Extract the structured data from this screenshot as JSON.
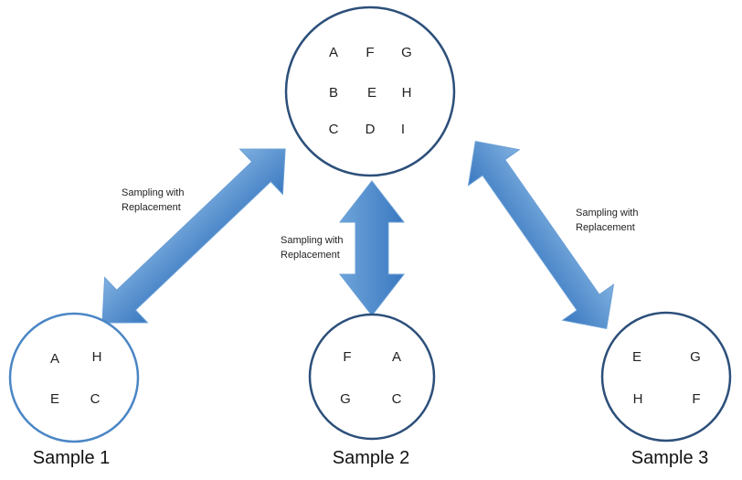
{
  "population": {
    "letters": [
      "A",
      "F",
      "G",
      "B",
      "E",
      "H",
      "C",
      "D",
      "I"
    ]
  },
  "samples": [
    {
      "label": "Sample 1",
      "letters": [
        "A",
        "H",
        "E",
        "C"
      ]
    },
    {
      "label": "Sample 2",
      "letters": [
        "F",
        "A",
        "G",
        "C"
      ]
    },
    {
      "label": "Sample 3",
      "letters": [
        "E",
        "G",
        "H",
        "F"
      ]
    }
  ],
  "edges": [
    {
      "label_line1": "Sampling with",
      "label_line2": "Replacement"
    },
    {
      "label_line1": "Sampling with",
      "label_line2": "Replacement"
    },
    {
      "label_line1": "Sampling with",
      "label_line2": "Replacement"
    }
  ],
  "colors": {
    "population_outline": "#2c4f7a",
    "sample1_outline": "#4a86c5",
    "sample_outline": "#2c4f7a",
    "arrow_light": "#7fb0e0",
    "arrow_dark": "#3a78c0"
  }
}
